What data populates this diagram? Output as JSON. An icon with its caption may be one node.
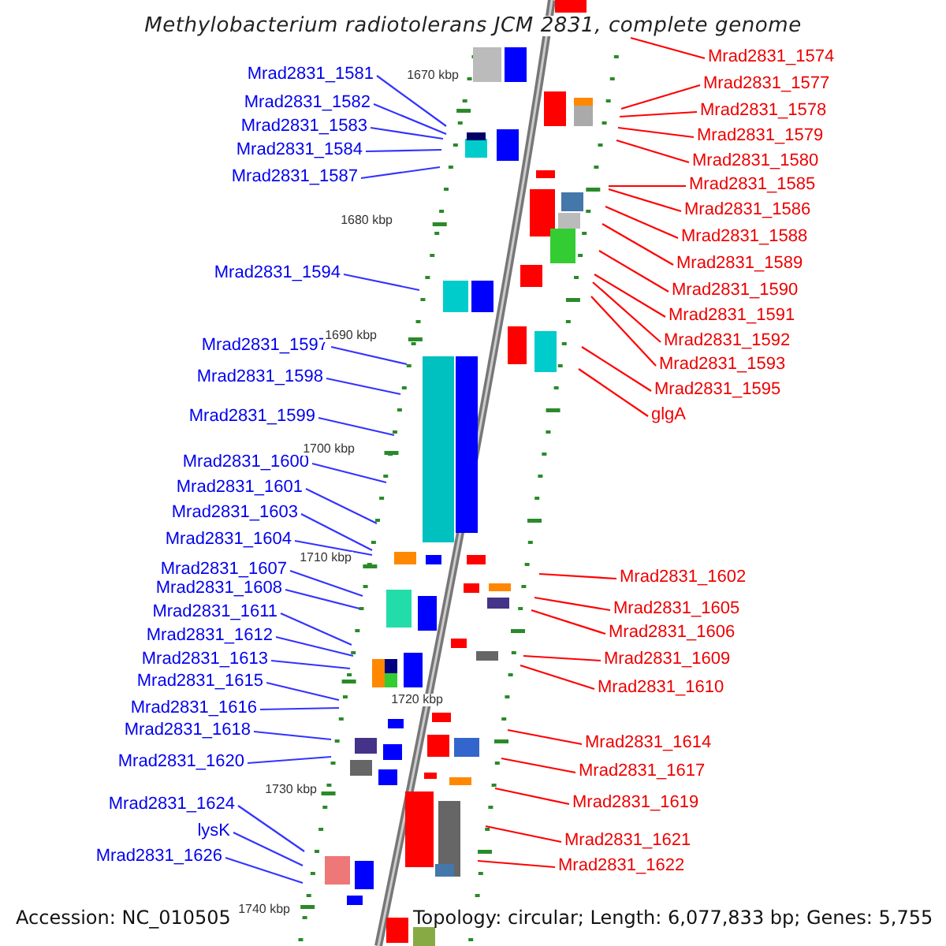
{
  "diagram": {
    "title": "Methylobacterium radiotolerans JCM 2831, complete genome",
    "nodes": [
      {
        "text": [
          "Mrad2831_1581"
        ]
      },
      {
        "text": [
          "Mrad2831_1582"
        ]
      },
      {
        "text": [
          "Mrad2831_1583"
        ]
      },
      {
        "text": [
          "Mrad2831_1584"
        ]
      },
      {
        "text": [
          "Mrad2831_1587"
        ]
      },
      {
        "text": [
          "Mrad2831_1594"
        ]
      },
      {
        "text": [
          "Mrad2831_1597"
        ]
      },
      {
        "text": [
          "Mrad2831_1598"
        ]
      },
      {
        "text": [
          "Mrad2831_1599"
        ]
      },
      {
        "text": [
          "Mrad2831_1600"
        ]
      },
      {
        "text": [
          "Mrad2831_1601"
        ]
      },
      {
        "text": [
          "Mrad2831_1603"
        ]
      },
      {
        "text": [
          "Mrad2831_1604"
        ]
      },
      {
        "text": [
          "Mrad2831_1607"
        ]
      },
      {
        "text": [
          "Mrad2831_1608"
        ]
      },
      {
        "text": [
          "Mrad2831_1611"
        ]
      },
      {
        "text": [
          "Mrad2831_1612"
        ]
      },
      {
        "text": [
          "Mrad2831_1613"
        ]
      },
      {
        "text": [
          "Mrad2831_1615"
        ]
      },
      {
        "text": [
          "Mrad2831_1616"
        ]
      },
      {
        "text": [
          "Mrad2831_1618"
        ]
      },
      {
        "text": [
          "Mrad2831_1620"
        ]
      },
      {
        "text": [
          "Mrad2831_1624"
        ]
      },
      {
        "text": [
          "lysK"
        ]
      },
      {
        "text": [
          "Mrad2831_1626"
        ]
      },
      {
        "text": [
          "Mrad2831_1574"
        ]
      },
      {
        "text": [
          "Mrad2831_1577"
        ]
      },
      {
        "text": [
          "Mrad2831_1578"
        ]
      },
      {
        "text": [
          "Mrad2831_1579"
        ]
      },
      {
        "text": [
          "Mrad2831_1580"
        ]
      },
      {
        "text": [
          "Mrad2831_1585"
        ]
      },
      {
        "text": [
          "Mrad2831_1586"
        ]
      },
      {
        "text": [
          "Mrad2831_1588"
        ]
      },
      {
        "text": [
          "Mrad2831_1589"
        ]
      },
      {
        "text": [
          "Mrad2831_1590"
        ]
      },
      {
        "text": [
          "Mrad2831_1591"
        ]
      },
      {
        "text": [
          "Mrad2831_1592"
        ]
      },
      {
        "text": [
          "Mrad2831_1593"
        ]
      },
      {
        "text": [
          "Mrad2831_1595"
        ]
      },
      {
        "text": [
          "glgA"
        ]
      },
      {
        "text": [
          "Mrad2831_1602"
        ]
      },
      {
        "text": [
          "Mrad2831_1605"
        ]
      },
      {
        "text": [
          "Mrad2831_1606"
        ]
      },
      {
        "text": [
          "Mrad2831_1609"
        ]
      },
      {
        "text": [
          "Mrad2831_1610"
        ]
      },
      {
        "text": [
          "Mrad2831_1614"
        ]
      },
      {
        "text": [
          "Mrad2831_1617"
        ]
      },
      {
        "text": [
          "Mrad2831_1619"
        ]
      },
      {
        "text": [
          "Mrad2831_1621"
        ]
      },
      {
        "text": [
          "Mrad2831_1622"
        ]
      }
    ],
    "edges": [
      {
        "from": 0,
        "to": null,
        "arrow": "none",
        "color": "#3333ff"
      },
      {
        "from": 1,
        "to": null,
        "arrow": "none",
        "color": "#3333ff"
      },
      {
        "from": 2,
        "to": null,
        "arrow": "none",
        "color": "#3333ff"
      },
      {
        "from": 3,
        "to": null,
        "arrow": "none",
        "color": "#3333ff"
      },
      {
        "from": 4,
        "to": null,
        "arrow": "none",
        "color": "#3333ff"
      },
      {
        "from": 5,
        "to": null,
        "arrow": "none",
        "color": "#3333ff"
      },
      {
        "from": 6,
        "to": null,
        "arrow": "none",
        "color": "#3333ff"
      },
      {
        "from": 7,
        "to": null,
        "arrow": "none",
        "color": "#3333ff"
      },
      {
        "from": 8,
        "to": null,
        "arrow": "none",
        "color": "#3333ff"
      },
      {
        "from": 9,
        "to": null,
        "arrow": "none",
        "color": "#3333ff"
      },
      {
        "from": 10,
        "to": null,
        "arrow": "none",
        "color": "#3333ff"
      },
      {
        "from": 11,
        "to": null,
        "arrow": "none",
        "color": "#3333ff"
      },
      {
        "from": 12,
        "to": null,
        "arrow": "none",
        "color": "#3333ff"
      },
      {
        "from": 13,
        "to": null,
        "arrow": "none",
        "color": "#3333ff"
      },
      {
        "from": 14,
        "to": null,
        "arrow": "none",
        "color": "#3333ff"
      },
      {
        "from": 15,
        "to": null,
        "arrow": "none",
        "color": "#3333ff"
      },
      {
        "from": 16,
        "to": null,
        "arrow": "none",
        "color": "#3333ff"
      },
      {
        "from": 17,
        "to": null,
        "arrow": "none",
        "color": "#3333ff"
      },
      {
        "from": 18,
        "to": null,
        "arrow": "none",
        "color": "#3333ff"
      },
      {
        "from": 19,
        "to": null,
        "arrow": "none",
        "color": "#3333ff"
      },
      {
        "from": 20,
        "to": null,
        "arrow": "none",
        "color": "#3333ff"
      },
      {
        "from": 21,
        "to": null,
        "arrow": "none",
        "color": "#3333ff"
      },
      {
        "from": 22,
        "to": null,
        "arrow": "none",
        "color": "#3333ff"
      },
      {
        "from": 23,
        "to": null,
        "arrow": "none",
        "color": "#3333ff"
      },
      {
        "from": 24,
        "to": null,
        "arrow": "none",
        "color": "#3333ff"
      },
      {
        "from": 25,
        "to": null,
        "arrow": "none",
        "color": "#ff0000"
      },
      {
        "from": 26,
        "to": null,
        "arrow": "none",
        "color": "#ff0000"
      },
      {
        "from": 27,
        "to": null,
        "arrow": "none",
        "color": "#ff0000"
      },
      {
        "from": 28,
        "to": null,
        "arrow": "none",
        "color": "#ff0000"
      },
      {
        "from": 29,
        "to": null,
        "arrow": "none",
        "color": "#ff0000"
      },
      {
        "from": 30,
        "to": null,
        "arrow": "none",
        "color": "#ff0000"
      },
      {
        "from": 31,
        "to": null,
        "arrow": "none",
        "color": "#ff0000"
      },
      {
        "from": 32,
        "to": null,
        "arrow": "none",
        "color": "#ff0000"
      },
      {
        "from": 33,
        "to": null,
        "arrow": "none",
        "color": "#ff0000"
      },
      {
        "from": 34,
        "to": null,
        "arrow": "none",
        "color": "#ff0000"
      },
      {
        "from": 35,
        "to": null,
        "arrow": "none",
        "color": "#ff0000"
      },
      {
        "from": 36,
        "to": null,
        "arrow": "none",
        "color": "#ff0000"
      },
      {
        "from": 37,
        "to": null,
        "arrow": "none",
        "color": "#ff0000"
      },
      {
        "from": 38,
        "to": null,
        "arrow": "none",
        "color": "#ff0000"
      },
      {
        "from": 39,
        "to": null,
        "arrow": "none",
        "color": "#ff0000"
      },
      {
        "from": 40,
        "to": null,
        "arrow": "none",
        "color": "#ff0000"
      },
      {
        "from": 41,
        "to": null,
        "arrow": "none",
        "color": "#ff0000"
      },
      {
        "from": 42,
        "to": null,
        "arrow": "none",
        "color": "#ff0000"
      },
      {
        "from": 43,
        "to": null,
        "arrow": "none",
        "color": "#ff0000"
      },
      {
        "from": 44,
        "to": null,
        "arrow": "none",
        "color": "#ff0000"
      },
      {
        "from": 45,
        "to": null,
        "arrow": "none",
        "color": "#ff0000"
      },
      {
        "from": 46,
        "to": null,
        "arrow": "none",
        "color": "#ff0000"
      },
      {
        "from": 47,
        "to": null,
        "arrow": "none",
        "color": "#ff0000"
      },
      {
        "from": 48,
        "to": null,
        "arrow": "none",
        "color": "#ff0000"
      },
      {
        "from": 49,
        "to": null,
        "arrow": "none",
        "color": "#ff0000"
      }
    ],
    "labels": [
      "1670 kbp",
      "1680 kbp",
      "1690 kbp",
      "1700 kbp",
      "1710 kbp",
      "1720 kbp",
      "1730 kbp",
      "1740 kbp",
      "Accession: NC_010505",
      "Topology: circular; Length: 6,077,833 bp; Genes: 5,755"
    ]
  }
}
